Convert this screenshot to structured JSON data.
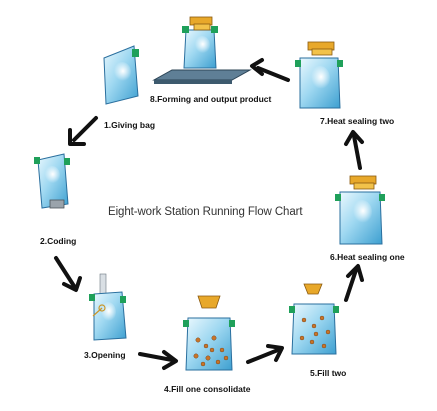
{
  "title": "Eight-work Station Running Flow Chart",
  "stations": [
    {
      "number": 1,
      "label": "1.Giving bag"
    },
    {
      "number": 2,
      "label": "2.Coding"
    },
    {
      "number": 3,
      "label": "3.Opening"
    },
    {
      "number": 4,
      "label": "4.Fill one consolidate"
    },
    {
      "number": 5,
      "label": "5.Fill two"
    },
    {
      "number": 6,
      "label": "6.Heat sealing one"
    },
    {
      "number": 7,
      "label": "7.Heat sealing two"
    },
    {
      "number": 8,
      "label": "8.Forming and output product"
    }
  ],
  "colors": {
    "bag_fill": "#8ed0ee",
    "bag_light": "#e8f7fd",
    "bag_stroke": "#2a6f9e",
    "clip_green": "#1fa05a",
    "clamp_yellow": "#e8a82a",
    "arrow": "#111111",
    "text": "#111111"
  }
}
